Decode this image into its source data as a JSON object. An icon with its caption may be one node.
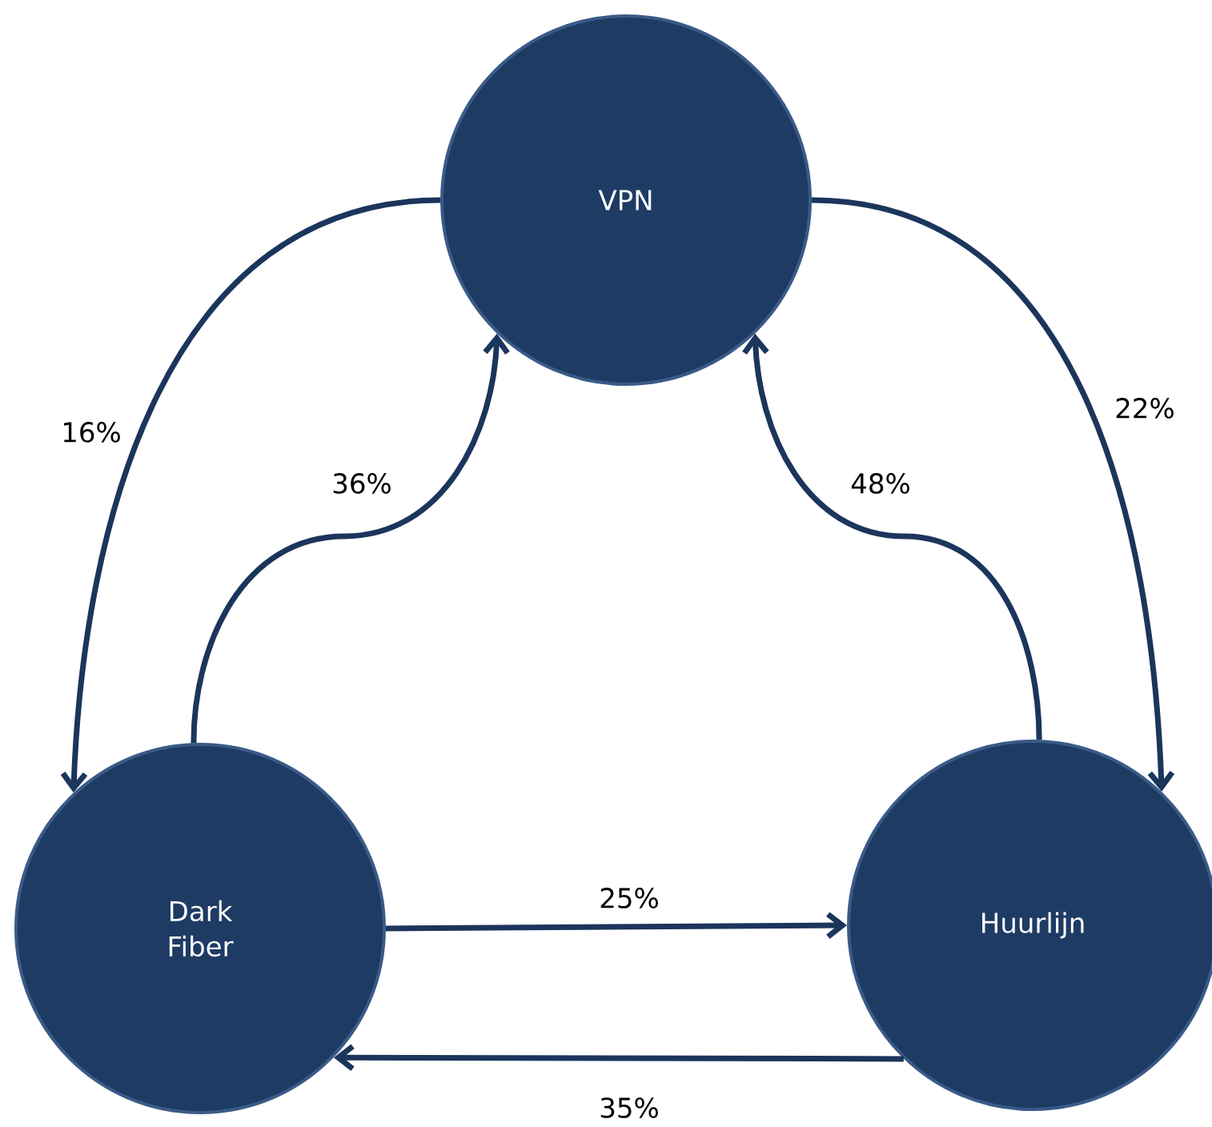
{
  "diagram": {
    "nodes": [
      {
        "text": [
          "VPN"
        ]
      },
      {
        "text": [
          "Dark Fiber"
        ]
      },
      {
        "text": [
          "Huurlijn"
        ]
      }
    ],
    "edges": [
      {
        "from": 0,
        "to": 1,
        "arrow": "to",
        "label": "16%"
      },
      {
        "from": 1,
        "to": 0,
        "arrow": "to",
        "label": "36%"
      },
      {
        "from": 0,
        "to": 2,
        "arrow": "to",
        "label": "22%"
      },
      {
        "from": 2,
        "to": 0,
        "arrow": "to",
        "label": "48%"
      },
      {
        "from": 1,
        "to": 2,
        "arrow": "to",
        "label": "25%"
      },
      {
        "from": 2,
        "to": 1,
        "arrow": "to",
        "label": "35%"
      }
    ]
  }
}
